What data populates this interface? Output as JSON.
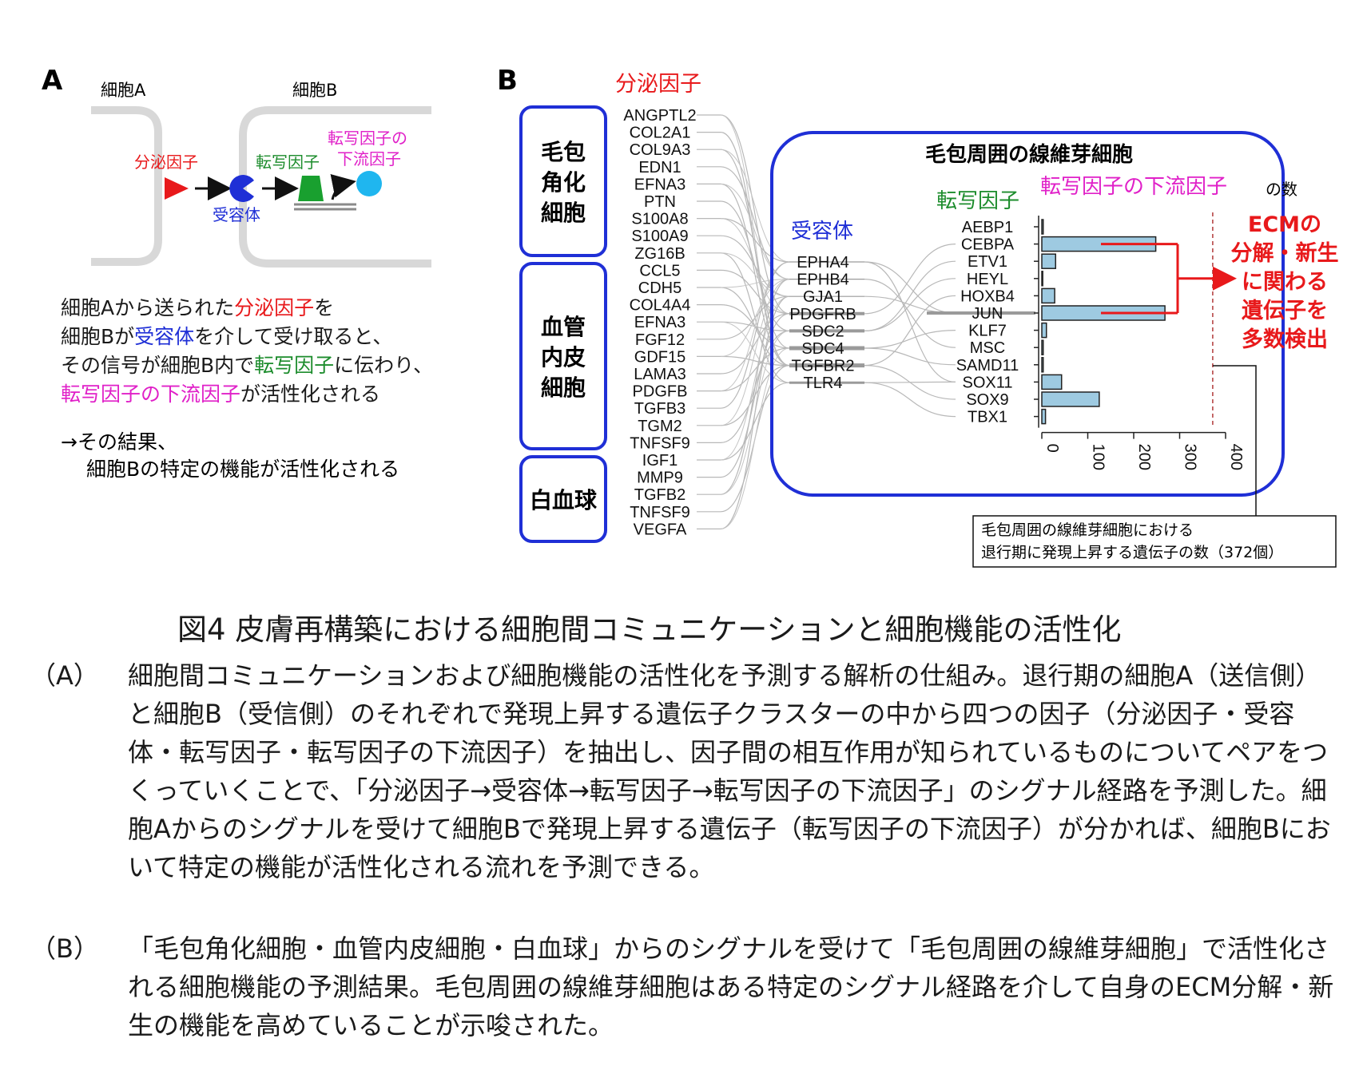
{
  "panelA": {
    "letter": "A",
    "cellA": "細胞A",
    "cellB": "細胞B",
    "secreted": "分泌因子",
    "receptor": "受容体",
    "tf": "転写因子",
    "downstream_l1": "転写因子の",
    "downstream_l2": "下流因子",
    "desc": [
      [
        {
          "t": "細胞Aから送られた",
          "c": "#1a1a1a"
        },
        {
          "t": "分泌因子",
          "c": "#e8191b"
        },
        {
          "t": "を",
          "c": "#1a1a1a"
        }
      ],
      [
        {
          "t": "細胞Bが",
          "c": "#1a1a1a"
        },
        {
          "t": "受容体",
          "c": "#1f2fd6"
        },
        {
          "t": "を介して受け取ると、",
          "c": "#1a1a1a"
        }
      ],
      [
        {
          "t": "その信号が細胞B内で",
          "c": "#1a1a1a"
        },
        {
          "t": "転写因子",
          "c": "#1c8c2c"
        },
        {
          "t": "に伝わり、",
          "c": "#1a1a1a"
        }
      ],
      [
        {
          "t": "転写因子の下流因子",
          "c": "#e020c8"
        },
        {
          "t": "が活性化される",
          "c": "#1a1a1a"
        }
      ]
    ],
    "result_l1": "→その結果、",
    "result_l2": "細胞Bの特定の機能が活性化される"
  },
  "panelB": {
    "letter": "B",
    "secreted_header": "分泌因子",
    "groups": [
      {
        "label": [
          "毛包",
          "角化",
          "細胞"
        ],
        "genes": [
          "ANGPTL2",
          "COL2A1",
          "COL9A3",
          "EDN1",
          "EFNA3",
          "PTN",
          "S100A8",
          "S100A9",
          "ZG16B"
        ]
      },
      {
        "label": [
          "血管",
          "内皮",
          "細胞"
        ],
        "genes": [
          "CCL5",
          "CDH5",
          "COL4A4",
          "EFNA3",
          "FGF12",
          "GDF15",
          "LAMA3",
          "PDGFB",
          "TGFB3",
          "TGM2",
          "TNFSF9"
        ]
      },
      {
        "label": [
          "白血球"
        ],
        "genes": [
          "IGF1",
          "MMP9",
          "TGFB2",
          "TNFSF9",
          "VEGFA"
        ]
      }
    ],
    "fibro_title": "毛包周囲の線維芽細胞",
    "receptor_header": "受容体",
    "receptors": [
      "EPHA4",
      "EPHB4",
      "GJA1",
      "PDGFRB",
      "SDC2",
      "SDC4",
      "TGFBR2",
      "TLR4"
    ],
    "tf_header": "転写因子",
    "downstream_header": "転写因子の下流因子",
    "downstream_header_suffix": "の数",
    "ecm_lines": [
      "ECMの",
      "分解・新生",
      "に関わる",
      "遺伝子を",
      "多数検出"
    ],
    "box_note_l1": "毛包周囲の線維芽細胞における",
    "box_note_l2": "退行期に発現上昇する遺伝子の数（372個）"
  },
  "chart_data": {
    "type": "bar",
    "orientation": "horizontal",
    "categories": [
      "AEBP1",
      "CEBPA",
      "ETV1",
      "HEYL",
      "HOXB4",
      "JUN",
      "KLF7",
      "MSC",
      "SAMD11",
      "SOX11",
      "SOX9",
      "TBX1"
    ],
    "values": [
      3,
      248,
      30,
      2,
      28,
      268,
      10,
      3,
      3,
      43,
      125,
      8
    ],
    "xlim": [
      0,
      400
    ],
    "xticks": [
      "0",
      "100",
      "200",
      "300",
      "400"
    ],
    "reference_line": 372,
    "bar_color": "#9ecae1",
    "highlighted": [
      "CEBPA",
      "JUN"
    ]
  },
  "caption": {
    "title": "図4 皮膚再構築における細胞間コミュニケーションと細胞機能の活性化",
    "A_label": "（A）",
    "A_text": "細胞間コミュニケーションおよび細胞機能の活性化を予測する解析の仕組み。退行期の細胞A（送信側）と細胞B（受信側）のそれぞれで発現上昇する遺伝子クラスターの中から四つの因子（分泌因子・受容体・転写因子・転写因子の下流因子）を抽出し、因子間の相互作用が知られているものについてペアをつくっていくことで、「分泌因子→受容体→転写因子→転写因子の下流因子」のシグナル経路を予測した。細胞Aからのシグナルを受けて細胞Bで発現上昇する遺伝子（転写因子の下流因子）が分かれば、細胞Bにおいて特定の機能が活性化される流れを予測できる。",
    "B_label": "（B）",
    "B_text": "「毛包角化細胞・血管内皮細胞・白血球」からのシグナルを受けて「毛包周囲の線維芽細胞」で活性化される細胞機能の予測結果。毛包周囲の線維芽細胞はある特定のシグナル経路を介して自身のECM分解・新生の機能を高めていることが示唆された。"
  }
}
